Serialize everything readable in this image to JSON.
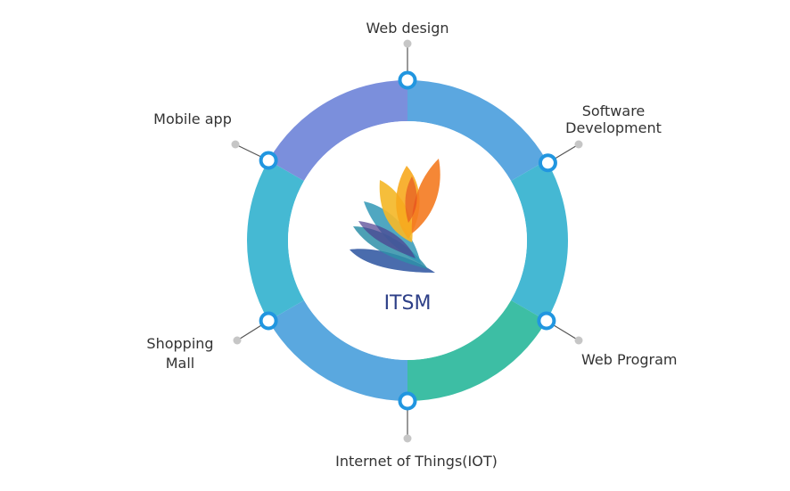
{
  "center": {
    "title": "ITSM"
  },
  "services": [
    {
      "id": "web-design",
      "lines": [
        "Web design"
      ]
    },
    {
      "id": "software-development",
      "lines": [
        "Software",
        "Development"
      ]
    },
    {
      "id": "web-program",
      "lines": [
        "Web Program"
      ]
    },
    {
      "id": "iot",
      "lines": [
        "Internet of Things(IOT)"
      ]
    },
    {
      "id": "shopping-mall",
      "lines": [
        "Shopping",
        "Mall"
      ]
    },
    {
      "id": "mobile-app",
      "lines": [
        "Mobile app"
      ]
    }
  ],
  "colors": {
    "segments": [
      "#5ba7e0",
      "#45b8d3",
      "#3dbea4",
      "#5aa8df",
      "#45b9d3",
      "#7b8fdc"
    ],
    "node_ring": "#2196e0",
    "connector": "#555555",
    "end_dot": "#c6c6c6",
    "title": "#2d3f87"
  }
}
